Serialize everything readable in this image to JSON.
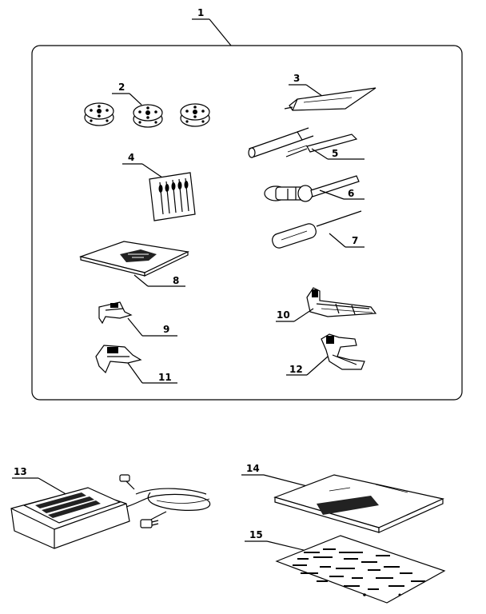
{
  "callouts": {
    "n1": "1",
    "n2": "2",
    "n3": "3",
    "n4": "4",
    "n5": "5",
    "n6": "6",
    "n7": "7",
    "n8": "8",
    "n9": "9",
    "n10": "10",
    "n11": "11",
    "n12": "12",
    "n13": "13",
    "n14": "14",
    "n15": "15"
  },
  "parts": {
    "bobbins": "bobbins",
    "seam_ripper": "seam-ripper",
    "needle_pack": "needle-pack",
    "brush": "lint-brush",
    "screwdriver_small": "disc-screwdriver",
    "screwdriver": "screwdriver",
    "plate": "darning-plate",
    "foot_9": "presser-foot",
    "foot_10": "buttonhole-foot",
    "foot_11": "presser-foot",
    "foot_12": "presser-foot",
    "foot_control": "foot-control-with-cord",
    "manual": "instruction-book",
    "sheet": "instruction-sheet"
  }
}
